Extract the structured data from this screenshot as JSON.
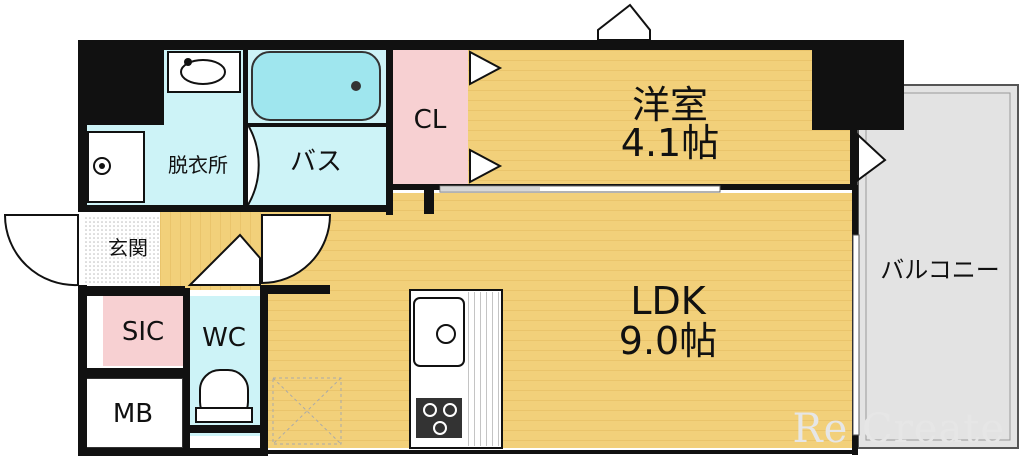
{
  "rooms": {
    "western_room": {
      "name": "洋室",
      "size": "4.1帖"
    },
    "ldk": {
      "name": "LDK",
      "size": "9.0帖"
    },
    "closet": "CL",
    "bath": "バス",
    "dressing": "脱衣所",
    "entrance": "玄関",
    "sic": "SIC",
    "wc": "WC",
    "mb": "MB",
    "balcony": "バルコニー"
  },
  "watermark": "Re Create",
  "colors": {
    "wood_floor": "#f2d07a",
    "wet_area": "#cdf3f7",
    "storage_pink": "#f7d0d2",
    "wall": "#111111",
    "balcony": "#e3e3e3"
  }
}
